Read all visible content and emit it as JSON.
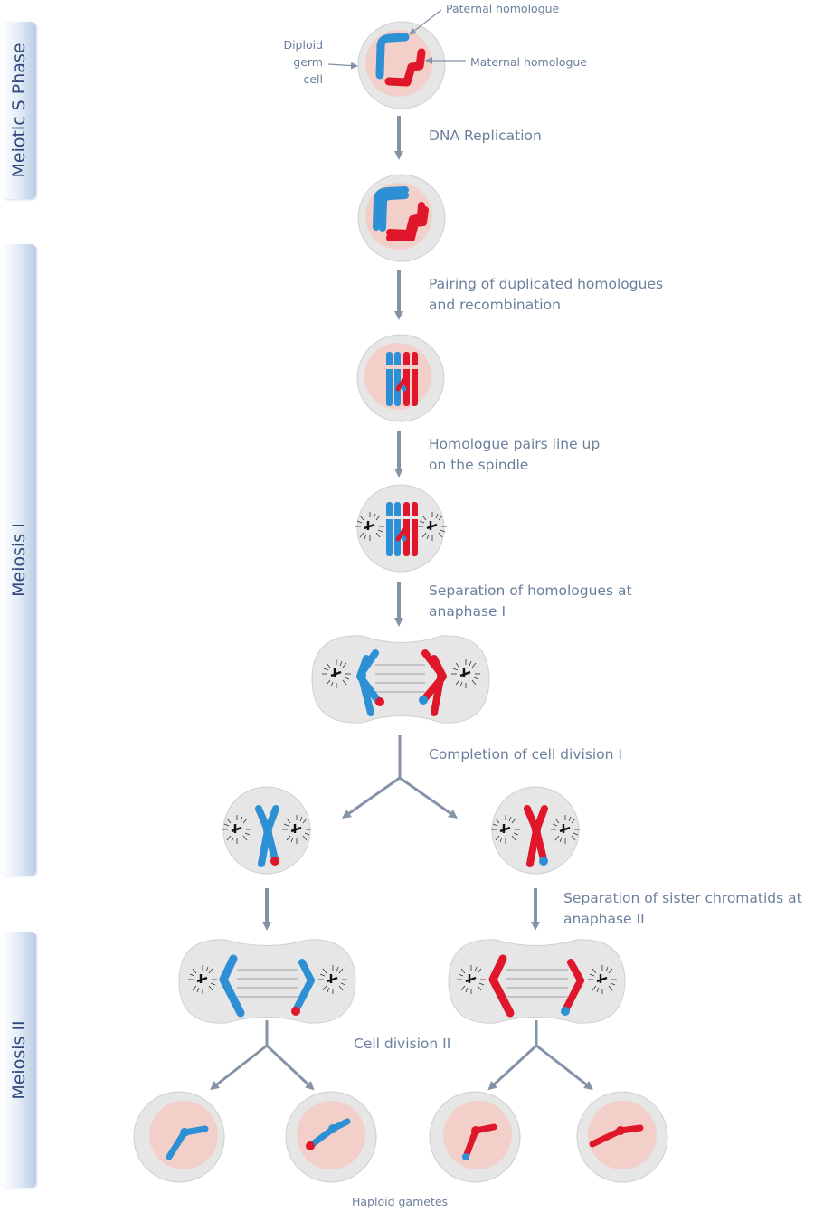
{
  "phases": {
    "s_phase": "Meiotic S Phase",
    "meiosis1": "Meiosis I",
    "meiosis2": "Meiosis II"
  },
  "annotations": {
    "paternal": "Paternal homologue",
    "maternal": "Maternal homologue",
    "diploid_line1": "Diploid",
    "diploid_line2": "germ",
    "diploid_line3": "cell"
  },
  "steps": {
    "replication": "DNA Replication",
    "pairing_line1": "Pairing of duplicated homologues",
    "pairing_line2": "and recombination",
    "lineup_line1": "Homologue pairs line up",
    "lineup_line2": "on the spindle",
    "separation1_line1": "Separation of homologues at",
    "separation1_line2": "anaphase I",
    "completion1": "Completion of cell division I",
    "separation2_line1": "Separation of sister chromatids at",
    "separation2_line2": "anaphase II",
    "division2": "Cell division II",
    "gametes": "Haploid gametes"
  },
  "colors": {
    "paternal_blue": "#2d8fd4",
    "maternal_red": "#e0162b",
    "cell_gray": "#e6e6e6",
    "nucleus_pink": "#f2cfc8",
    "arrow_gray": "#8593a8",
    "label_gray": "#6b7f9c",
    "phase_text": "#2e4a7a"
  }
}
